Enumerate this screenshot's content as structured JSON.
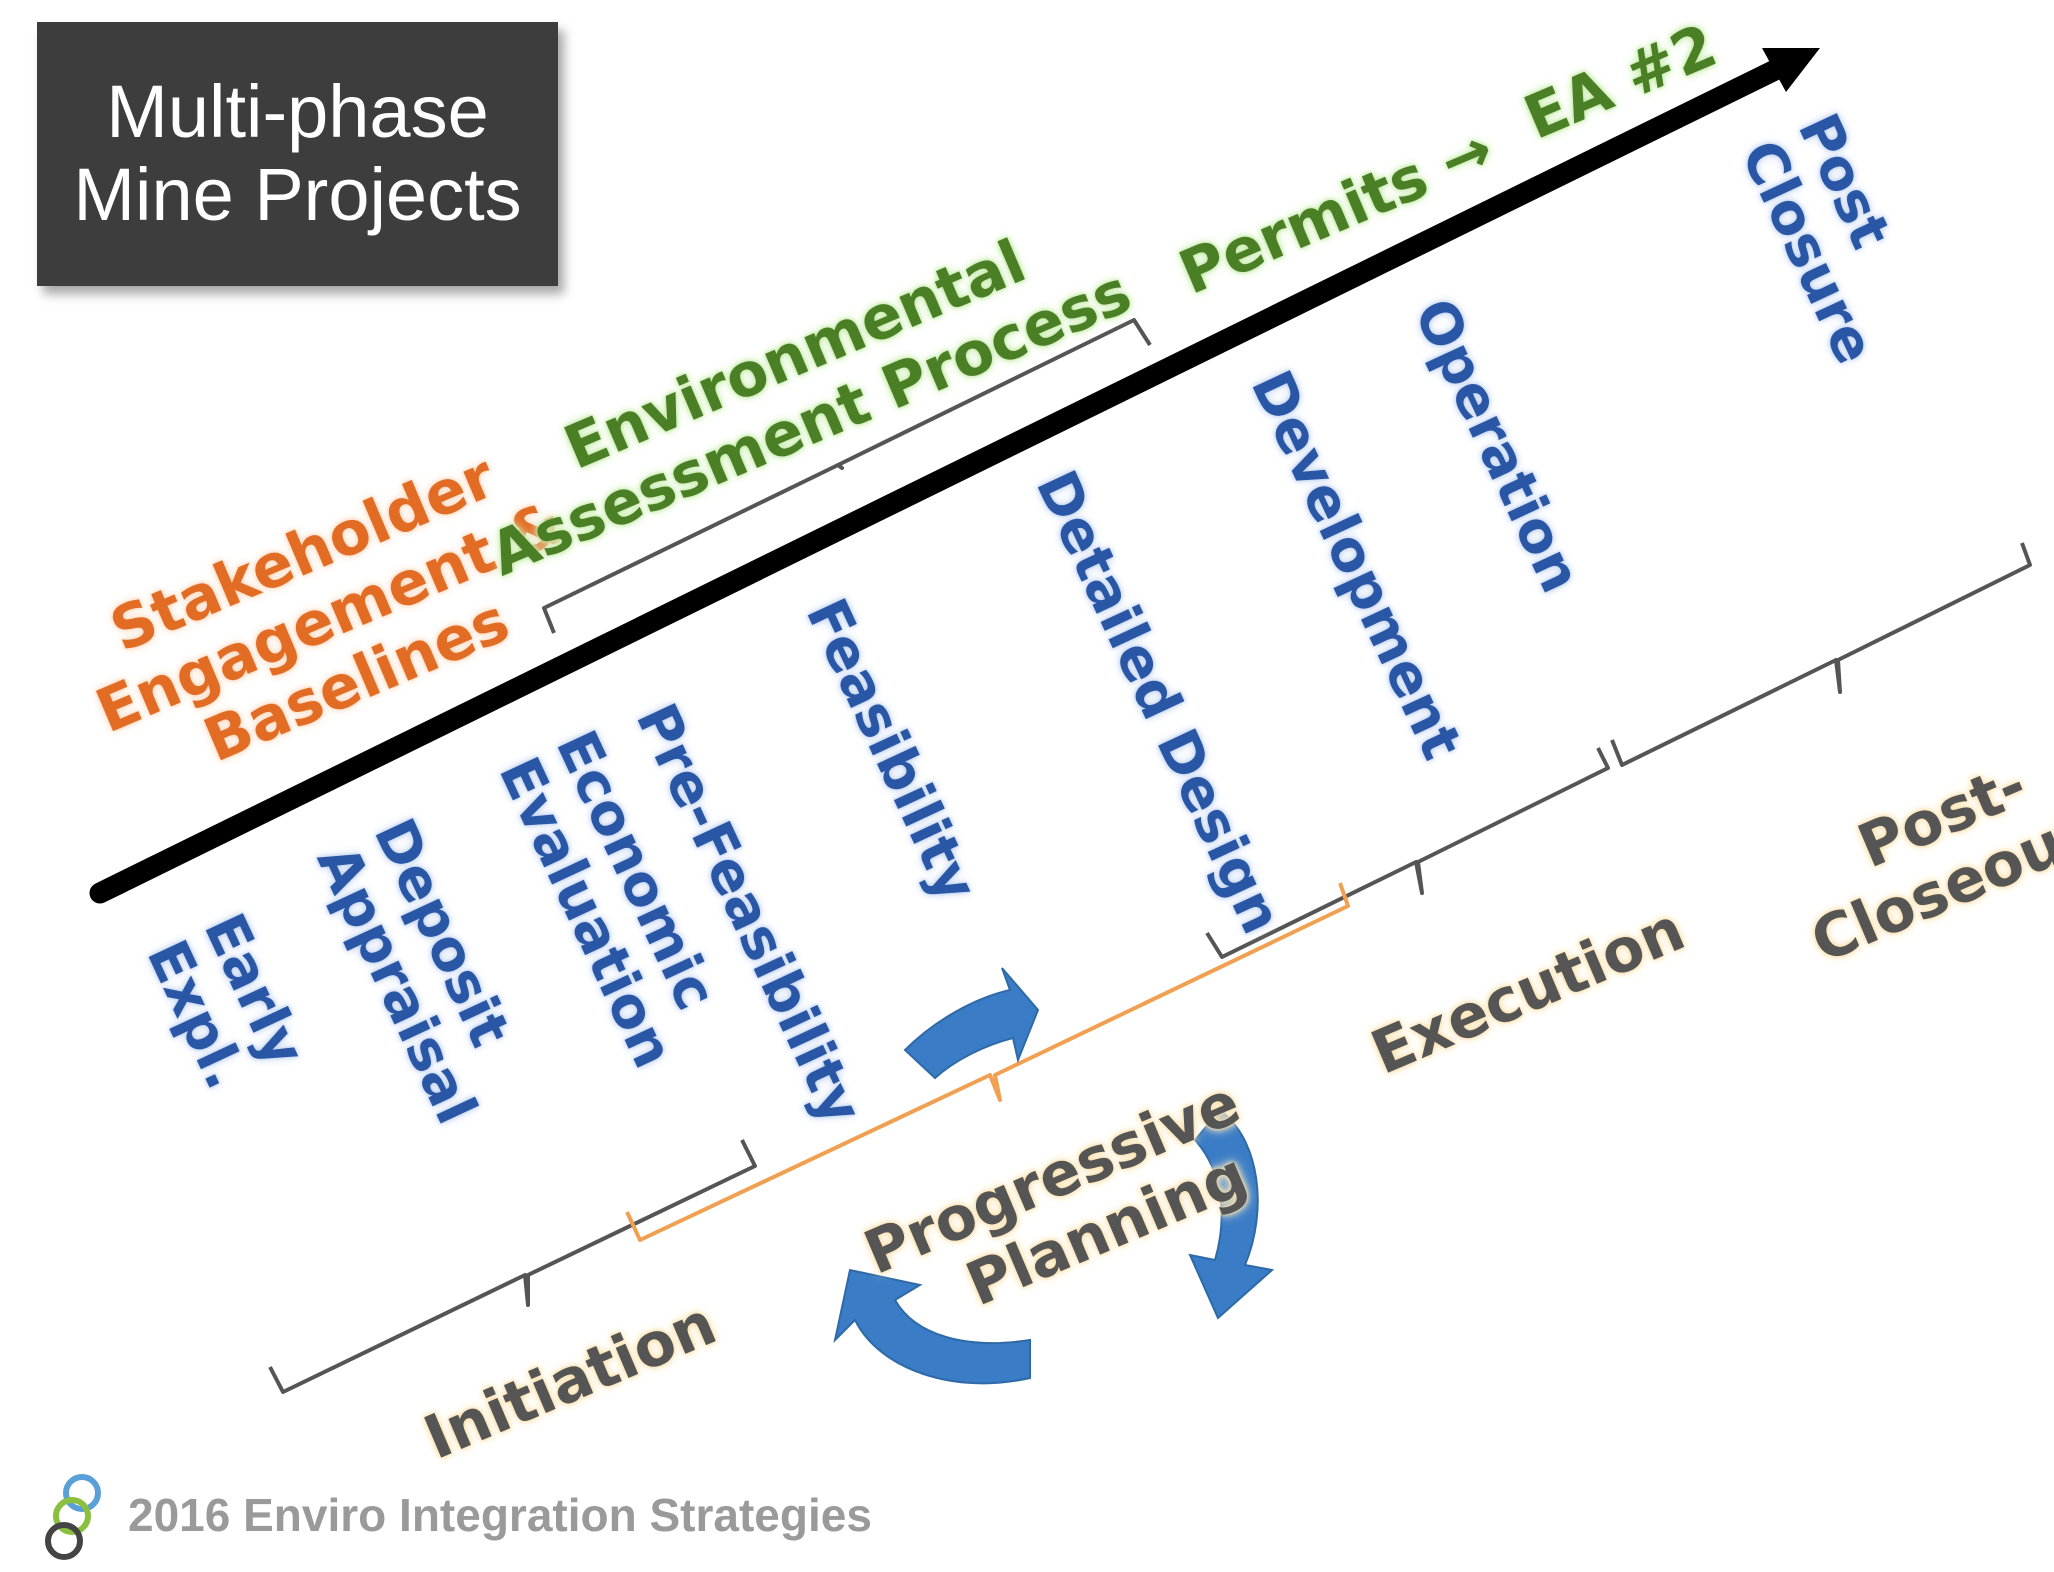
{
  "title": [
    "Multi-phase",
    "Mine Projects"
  ],
  "top_labels": {
    "stakeholder": [
      "Stakeholder",
      "Engagement &",
      "Baselines"
    ],
    "ea_process": [
      "Environmental",
      "Assessment Process"
    ],
    "permits": "Permits →",
    "ea2": "EA #2"
  },
  "phases": [
    [
      "Early",
      "Expl."
    ],
    [
      "Deposit",
      "Appraisal"
    ],
    [
      "Economic",
      "Evaluation"
    ],
    [
      "Pre-Feasibility"
    ],
    [
      "Feasibility"
    ],
    [
      "Detailed Design"
    ],
    [
      "Development"
    ],
    [
      "Operation"
    ],
    [
      "Post",
      "Closure"
    ]
  ],
  "stages": {
    "initiation": "Initiation",
    "progressive_planning": [
      "Progressive",
      "Planning"
    ],
    "execution": "Execution",
    "post_closeout": [
      "Post-",
      "Closeout"
    ]
  },
  "footer": "2016 Enviro Integration Strategies",
  "colors": {
    "title_bg": "#3d3d3d",
    "green": "#4a7f26",
    "orange": "#e36c25",
    "blue": "#2a56a6",
    "gray": "#555555",
    "bracket_orange": "#f0a050",
    "cycle_arrow": "#3a7cc5"
  },
  "icons": [
    "timeline-arrow-icon",
    "cycle-arrows-icon",
    "logo-rings-icon"
  ]
}
